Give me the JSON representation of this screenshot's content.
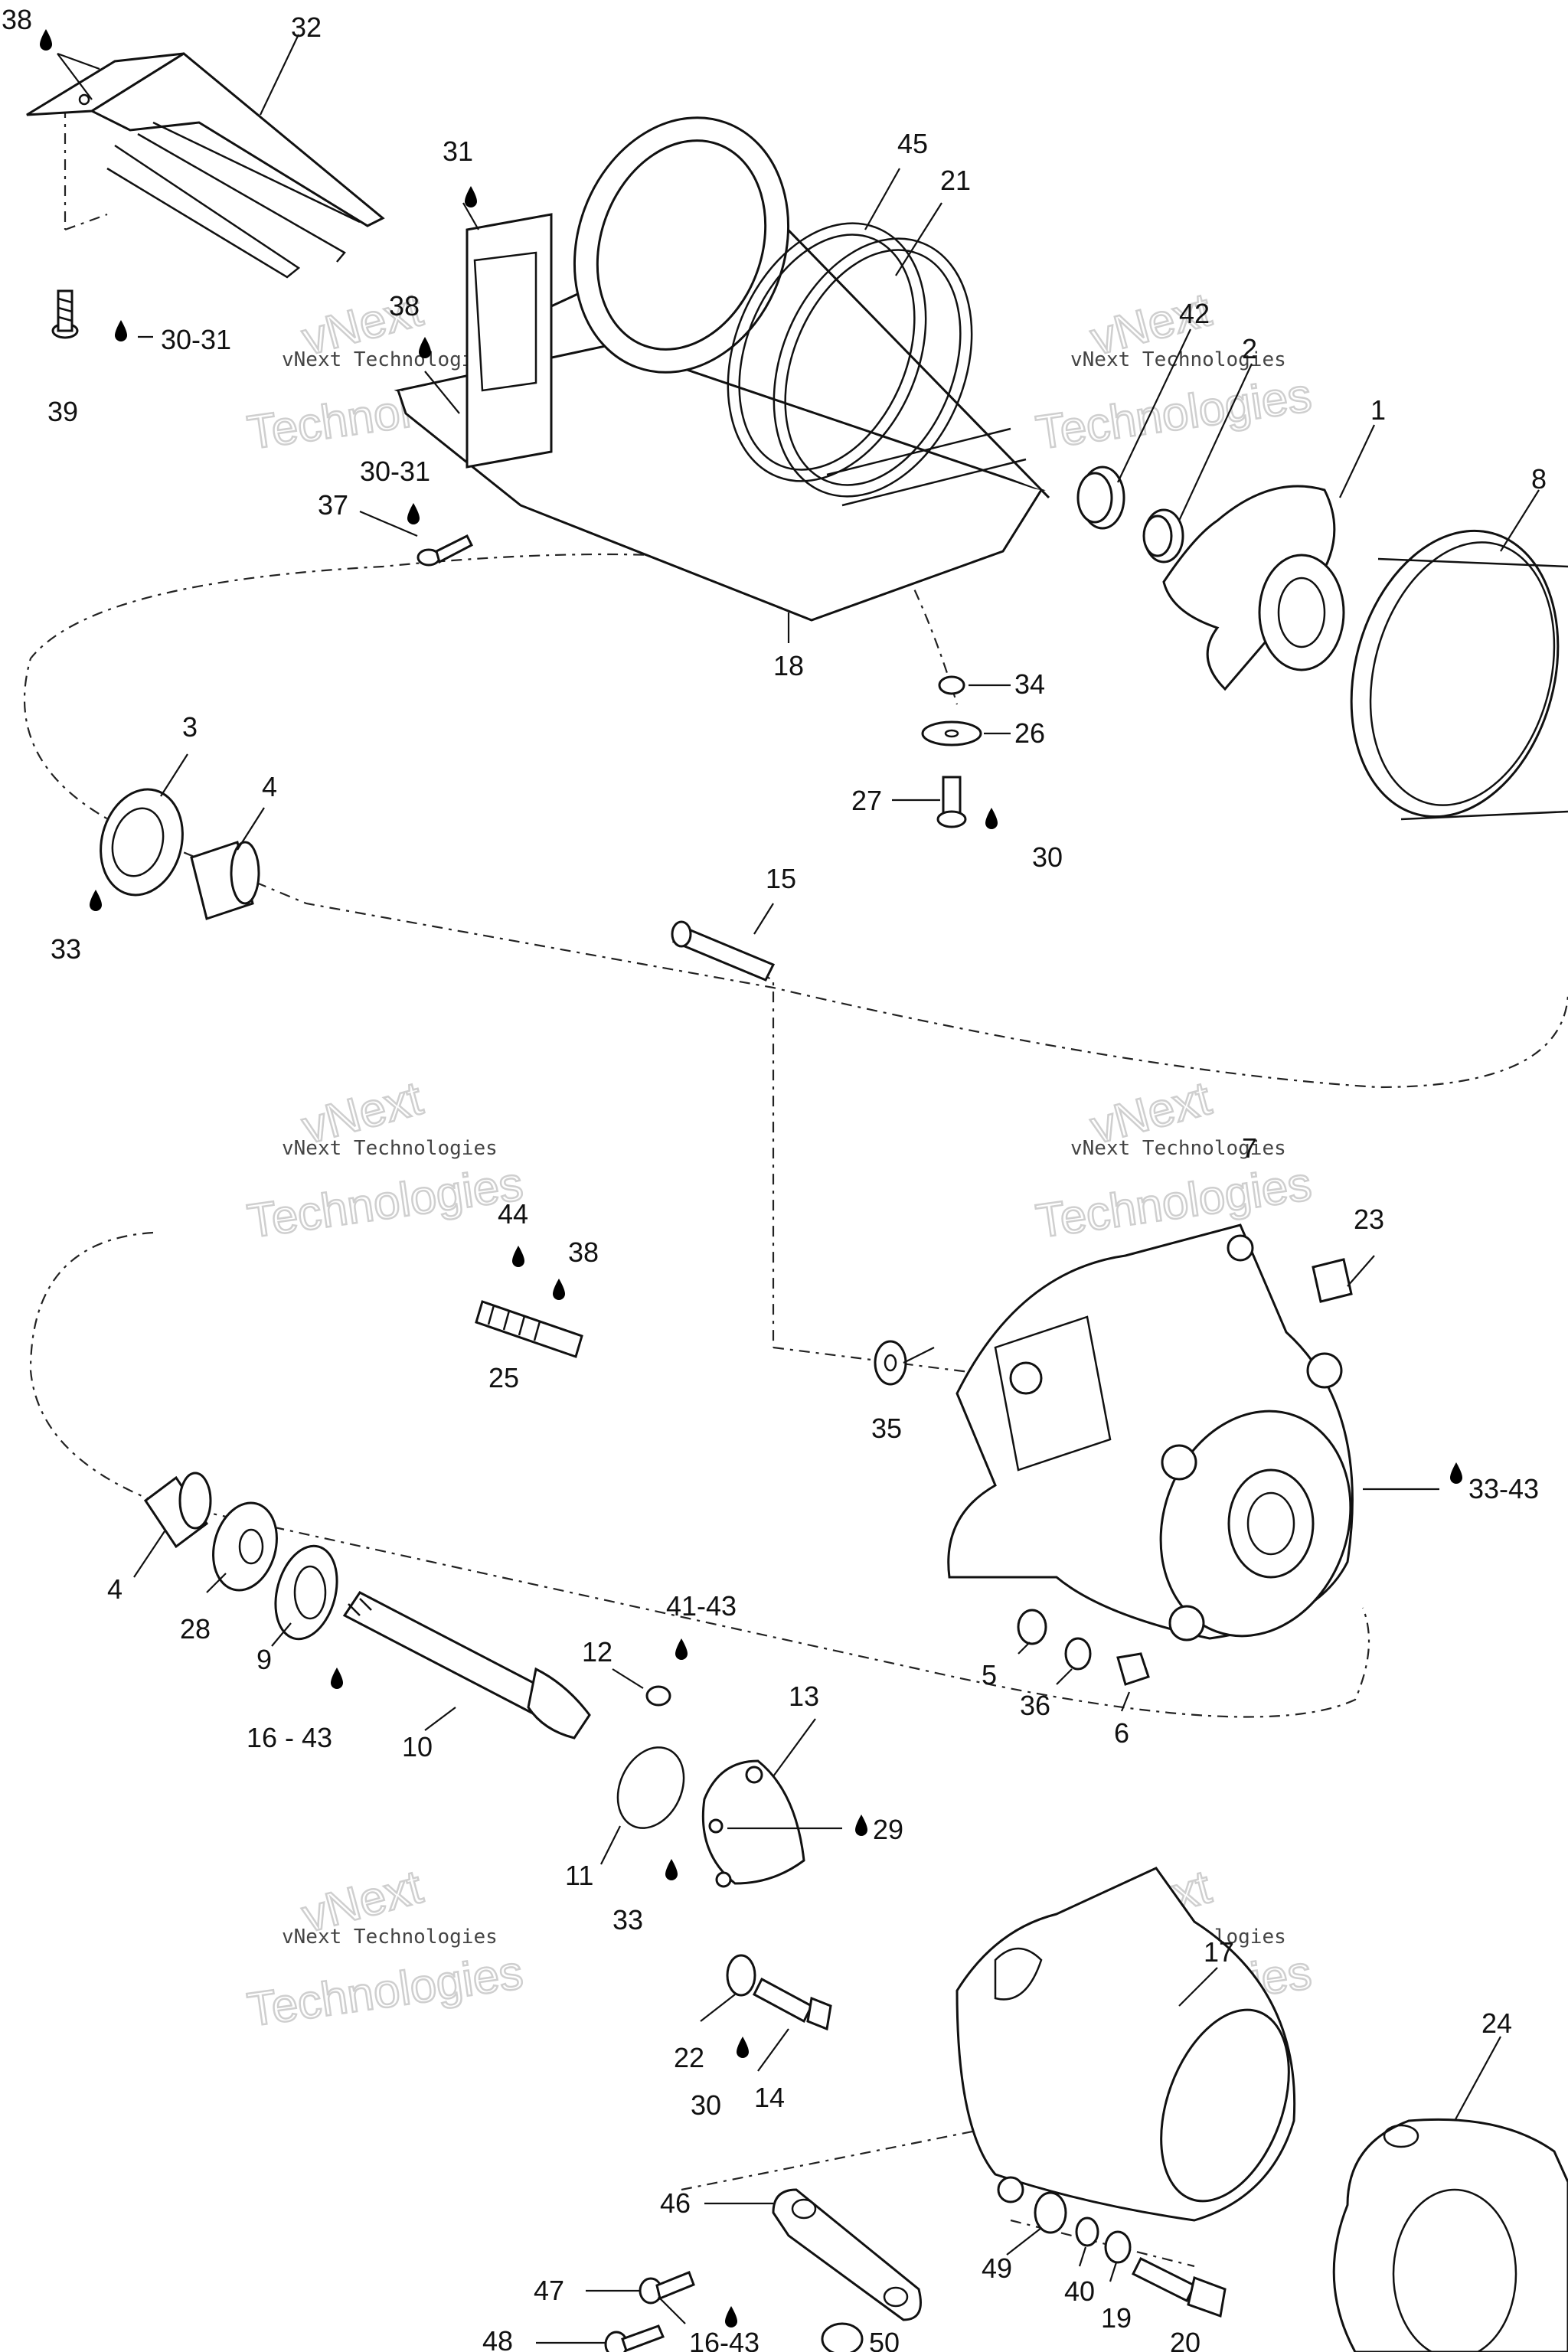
{
  "watermarks": [
    {
      "line1": "vNext Technologies",
      "line2": "Technologies",
      "big": "vNext"
    },
    {
      "line1": "vNext Technologies",
      "line2": "Technologies",
      "big": "vNext"
    },
    {
      "line1": "vNext Technologies",
      "line2": "Technologies",
      "big": "vNext"
    },
    {
      "line1": "vNext Technologies",
      "line2": "Technologies",
      "big": "vNext"
    },
    {
      "line1": "vNext Technologies",
      "line2": "Technologies",
      "big": "vNext"
    },
    {
      "line1": "vNext Technologies",
      "line2": "Technologies",
      "big": "vNext"
    }
  ],
  "callouts": {
    "c38a": "38",
    "c32": "32",
    "c31": "31",
    "c45": "45",
    "c21": "21",
    "c38b": "38",
    "c3031a": "30-31",
    "c39": "39",
    "c3031b": "30-31",
    "c37": "37",
    "c42": "42",
    "c2": "2",
    "c1": "1",
    "c8": "8",
    "c18": "18",
    "c34": "34",
    "c26": "26",
    "c27": "27",
    "c30a": "30",
    "c3": "3",
    "c4a": "4",
    "c33a": "33",
    "c15": "15",
    "c7": "7",
    "c23": "23",
    "c44": "44",
    "c38c": "38",
    "c25": "25",
    "c35": "35",
    "c3343": "33-43",
    "c4b": "4",
    "c28": "28",
    "c9": "9",
    "c1643a": "16 - 43",
    "c10": "10",
    "c12": "12",
    "c4143": "41-43",
    "c13": "13",
    "c29": "29",
    "c11": "11",
    "c33b": "33",
    "c5": "5",
    "c36": "36",
    "c6": "6",
    "c22": "22",
    "c30b": "30",
    "c14": "14",
    "c17": "17",
    "c24": "24",
    "c46": "46",
    "c47": "47",
    "c48": "48",
    "c1643b": "16-43",
    "c49": "49",
    "c40": "40",
    "c19": "19",
    "c20": "20",
    "c50": "50"
  },
  "legend_symbols": {
    "drop_icon": "lubricant-drop-icon"
  }
}
